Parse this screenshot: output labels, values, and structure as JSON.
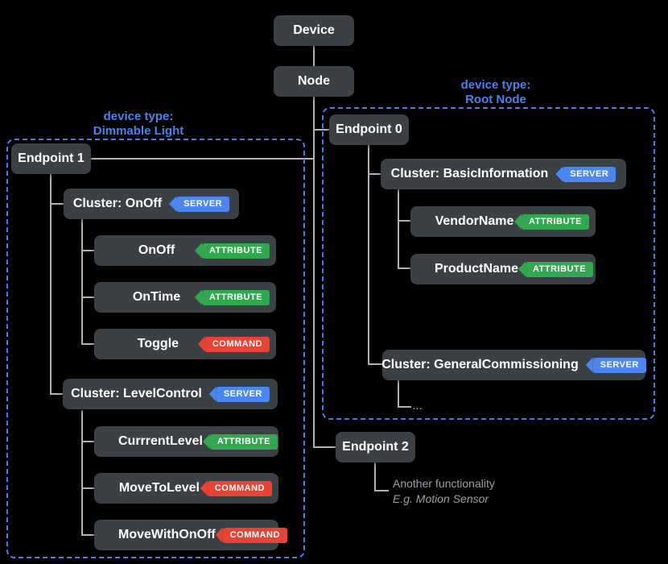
{
  "colors": {
    "background": "#000000",
    "node_box": "#3b4045",
    "server_badge": "#4c86f0",
    "attribute_badge": "#31a74f",
    "command_badge": "#e94335",
    "group_border": "#4b7de6",
    "device_type_text": "#4a82f0",
    "connector": "#b0b4b9",
    "muted_text": "#9aa0a6"
  },
  "tree": {
    "device": "Device",
    "node": "Node"
  },
  "left": {
    "type_caption": "device type:",
    "type_name": "Dimmable Light",
    "endpoint": "Endpoint 1",
    "clusters": [
      {
        "label": "Cluster: OnOff",
        "badge": "SERVER",
        "items": [
          {
            "label": "OnOff",
            "badge": "ATTRIBUTE"
          },
          {
            "label": "OnTime",
            "badge": "ATTRIBUTE"
          },
          {
            "label": "Toggle",
            "badge": "COMMAND"
          }
        ]
      },
      {
        "label": "Cluster: LevelControl",
        "badge": "SERVER",
        "items": [
          {
            "label": "CurrrentLevel",
            "badge": "ATTRIBUTE"
          },
          {
            "label": "MoveToLevel",
            "badge": "COMMAND"
          },
          {
            "label": "MoveWithOnOff",
            "badge": "COMMAND"
          }
        ]
      }
    ]
  },
  "right": {
    "type_caption": "device type:",
    "type_name": "Root Node",
    "endpoint": "Endpoint 0",
    "clusters": [
      {
        "label": "Cluster: BasicInformation",
        "badge": "SERVER",
        "items": [
          {
            "label": "VendorName",
            "badge": "ATTRIBUTE"
          },
          {
            "label": "ProductName",
            "badge": "ATTRIBUTE"
          }
        ]
      },
      {
        "label": "Cluster: GeneralCommissioning",
        "badge": "SERVER"
      }
    ],
    "more_indicator": "..."
  },
  "endpoint2": {
    "label": "Endpoint 2",
    "note_line1": "Another functionality",
    "note_line2": "E.g. Motion Sensor"
  }
}
